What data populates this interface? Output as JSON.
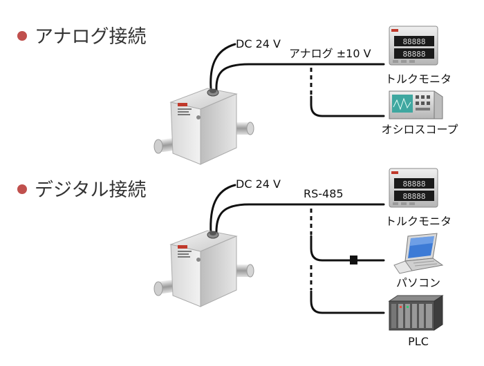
{
  "sections": [
    {
      "title": "アナログ接続",
      "power_label": "DC 24 V",
      "signal_label": "アナログ ±10 V",
      "devices": [
        {
          "label": "トルクモニタ",
          "icon": "torque-monitor-icon"
        },
        {
          "label": "オシロスコープ",
          "icon": "oscilloscope-icon"
        }
      ]
    },
    {
      "title": "デジタル接続",
      "power_label": "DC 24 V",
      "signal_label": "RS-485",
      "devices": [
        {
          "label": "トルクモニタ",
          "icon": "torque-monitor-icon"
        },
        {
          "label": "パソコン",
          "icon": "laptop-icon"
        },
        {
          "label": "PLC",
          "icon": "plc-icon"
        }
      ]
    }
  ],
  "colors": {
    "bullet": "#c0504d",
    "cable": "#111111",
    "monitor_display": "#1a1a1a",
    "monitor_digits": "#d8d8d8",
    "oscilloscope_screen": "#3fa7a0",
    "plc_body": "#555555"
  }
}
